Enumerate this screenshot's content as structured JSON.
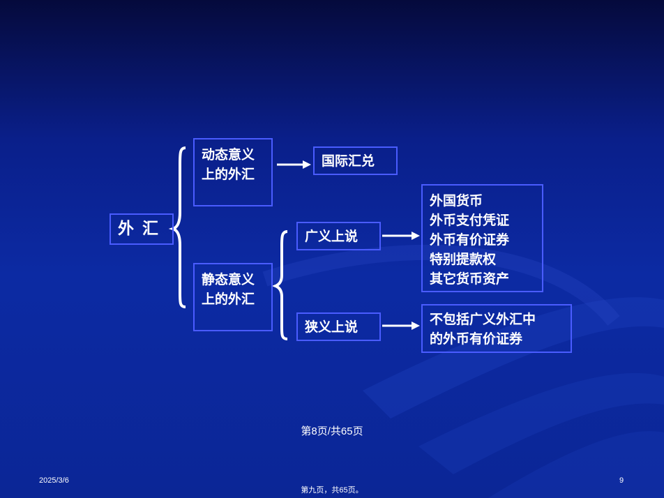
{
  "colors": {
    "box_border": "#4a5cff",
    "text": "#ffffff",
    "background": "#0c2aa3"
  },
  "nodes": {
    "root": {
      "label": "外 汇"
    },
    "dynamic": {
      "lines": [
        "动态意义",
        "上的外汇"
      ]
    },
    "static": {
      "lines": [
        "静态意义",
        "上的外汇"
      ]
    },
    "intl": {
      "label": "国际汇兑"
    },
    "broad": {
      "label": "广义上说"
    },
    "narrow": {
      "label": "狭义上说"
    },
    "broad_list": {
      "lines": [
        "外国货币",
        "外币支付凭证",
        "外币有价证券",
        "特别提款权",
        "其它货币资产"
      ]
    },
    "narrow_def": {
      "lines": [
        "不包括广义外汇中",
        "的外币有价证券"
      ]
    }
  },
  "footer": {
    "page_caption": "第8页/共65页",
    "page_caption_small": "第九页，共65页。",
    "date": "2025/3/6",
    "slide_number": "9"
  }
}
